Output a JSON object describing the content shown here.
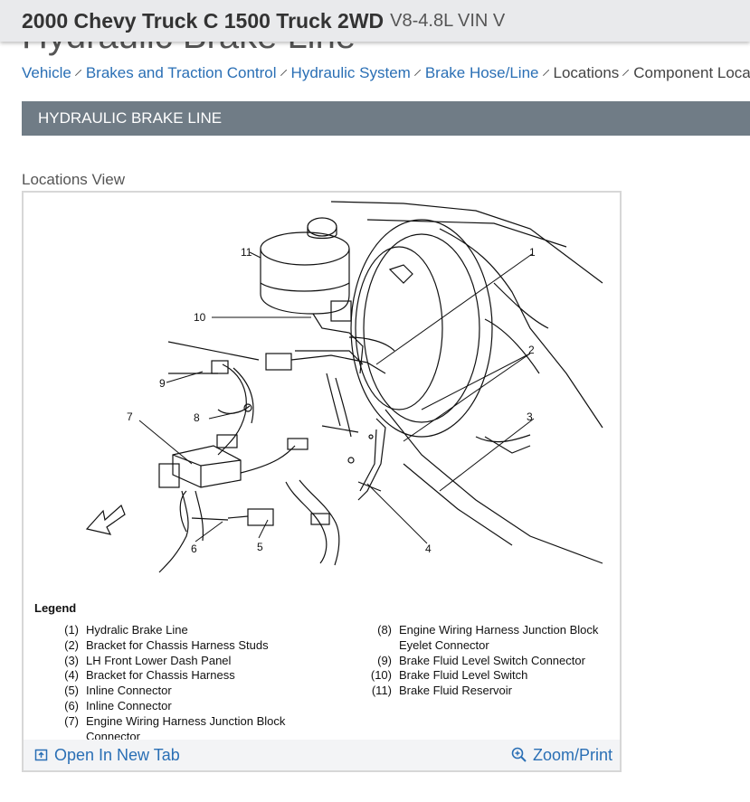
{
  "header": {
    "ghost_title": "Hydraulic Brake Line",
    "model": "2000 Chevy Truck C 1500 Truck 2WD",
    "engine": "V8-4.8L VIN V"
  },
  "breadcrumb": [
    {
      "label": "Vehicle",
      "link": true
    },
    {
      "label": "Brakes and Traction Control",
      "link": true
    },
    {
      "label": "Hydraulic System",
      "link": true
    },
    {
      "label": "Brake Hose/Line",
      "link": true
    },
    {
      "label": "Locations",
      "link": false
    },
    {
      "label": "Component Locations",
      "link": false
    }
  ],
  "section": {
    "title": "HYDRAULIC BRAKE LINE"
  },
  "view": {
    "label": "Locations View"
  },
  "diagram": {
    "callouts": [
      "1",
      "2",
      "3",
      "4",
      "5",
      "6",
      "7",
      "8",
      "9",
      "10",
      "11"
    ]
  },
  "legend": {
    "title": "Legend",
    "left": [
      {
        "num": "(1)",
        "text": "Hydralic Brake Line"
      },
      {
        "num": "(2)",
        "text": "Bracket for Chassis Harness Studs"
      },
      {
        "num": "(3)",
        "text": "LH Front Lower Dash Panel"
      },
      {
        "num": "(4)",
        "text": "Bracket for Chassis Harness"
      },
      {
        "num": "(5)",
        "text": "Inline Connector"
      },
      {
        "num": "(6)",
        "text": "Inline Connector"
      },
      {
        "num": "(7)",
        "text": "Engine Wiring Harness Junction Block Connector"
      }
    ],
    "right": [
      {
        "num": "(8)",
        "text": "Engine Wiring Harness Junction Block Eyelet Connector"
      },
      {
        "num": "(9)",
        "text": "Brake Fluid Level Switch Connector"
      },
      {
        "num": "(10)",
        "text": "Brake Fluid Level Switch"
      },
      {
        "num": "(11)",
        "text": "Brake Fluid Reservoir"
      }
    ]
  },
  "footer": {
    "open_tab": "Open In New Tab",
    "zoom": "Zoom/Print"
  },
  "colors": {
    "link": "#2a6fb5",
    "section_bar": "#707c86",
    "header_bg": "#e9eaec"
  }
}
